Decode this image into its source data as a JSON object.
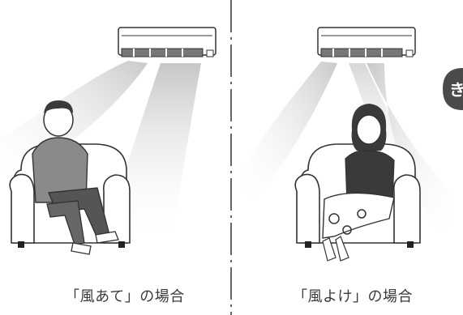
{
  "panels": {
    "left": {
      "caption": "「風あて」の場合"
    },
    "right": {
      "caption": "「風よけ」の場合"
    }
  },
  "side_tab": {
    "label": "き"
  },
  "colors": {
    "airflow_dark": "#c9c9c9",
    "outline": "#333333",
    "shirt_man": "#8a8a8a",
    "pants_man": "#555555",
    "shirt_woman": "#3a3a3a",
    "side_tab": "#4a4a4a"
  },
  "icons": [
    "air-conditioner-icon",
    "sofa-icon",
    "person-icon",
    "airflow-icon"
  ]
}
